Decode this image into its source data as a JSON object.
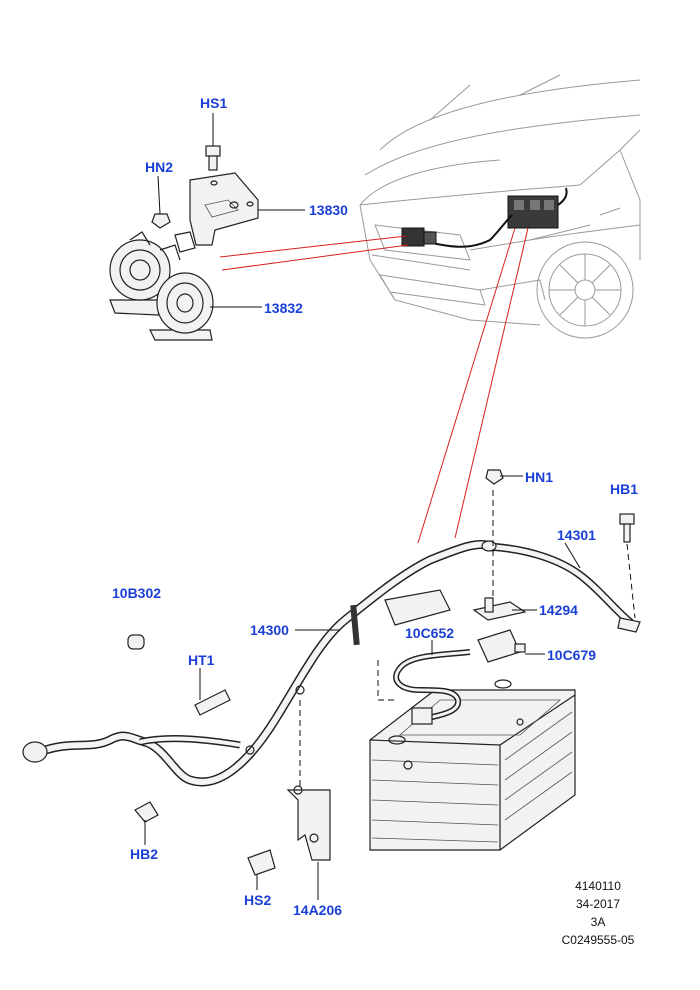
{
  "colors": {
    "callout": "#1a3fd6",
    "leader": "#111111",
    "highlight_line": "#d62020",
    "outline": "#222222"
  },
  "callouts": {
    "hs1": "HS1",
    "hn2": "HN2",
    "p13830": "13830",
    "p13832": "13832",
    "hn1": "HN1",
    "hb1": "HB1",
    "p14301": "14301",
    "p10b302": "10B302",
    "p14294": "14294",
    "p14300": "14300",
    "p10c652": "10C652",
    "p10c679": "10C679",
    "ht1": "HT1",
    "hb2": "HB2",
    "hs2": "HS2",
    "p14a206": "14A206"
  },
  "reference": {
    "line1": "4140110",
    "line2": "34-2017",
    "line3": "3A",
    "line4": "C0249555-05"
  }
}
